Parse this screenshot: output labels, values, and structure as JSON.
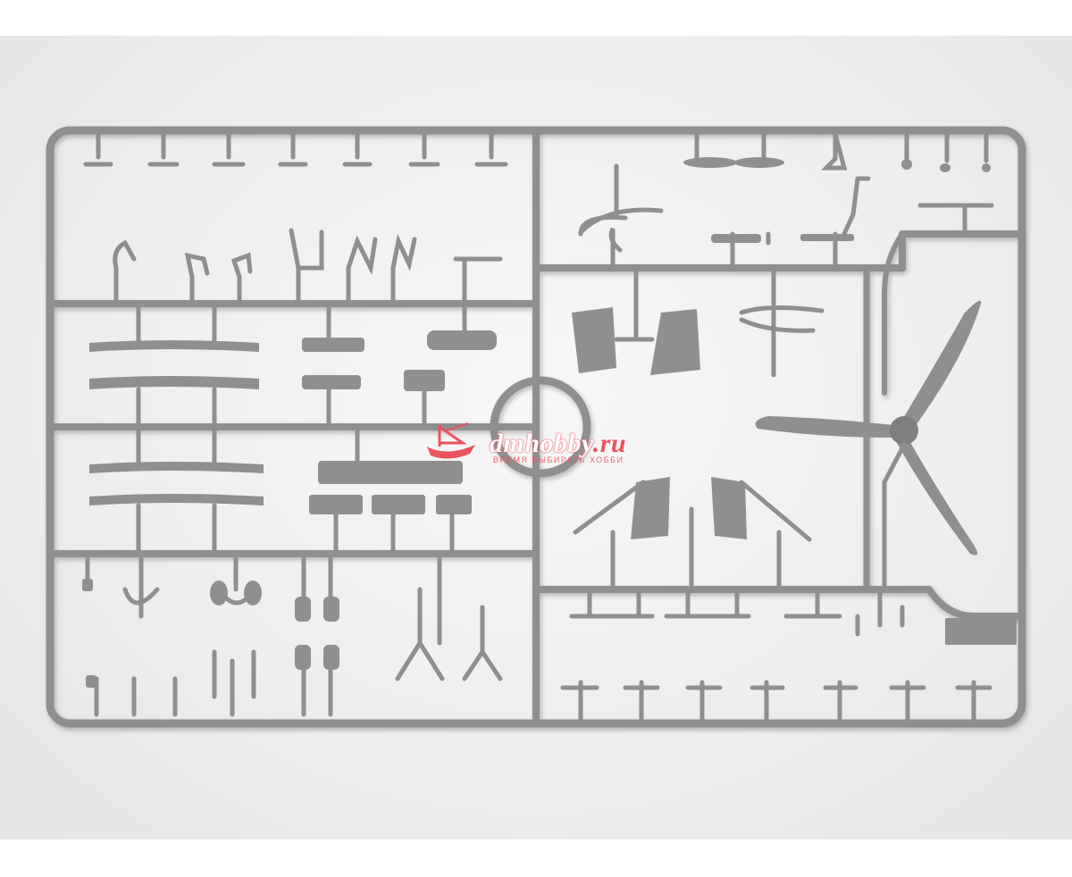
{
  "image": {
    "subject": "model kit sprue",
    "colors": {
      "plastic": "#8f8f8f",
      "plastic_dark": "#6f6f6f",
      "background": "#eeeeee",
      "watermark": "#e9545e"
    }
  },
  "watermark": {
    "brand": "dmhobby",
    "tld": ".ru",
    "tagline": "ВРЕМЯ ВЫБИРАТЬ ХОББИ",
    "icon": "ship-icon"
  }
}
